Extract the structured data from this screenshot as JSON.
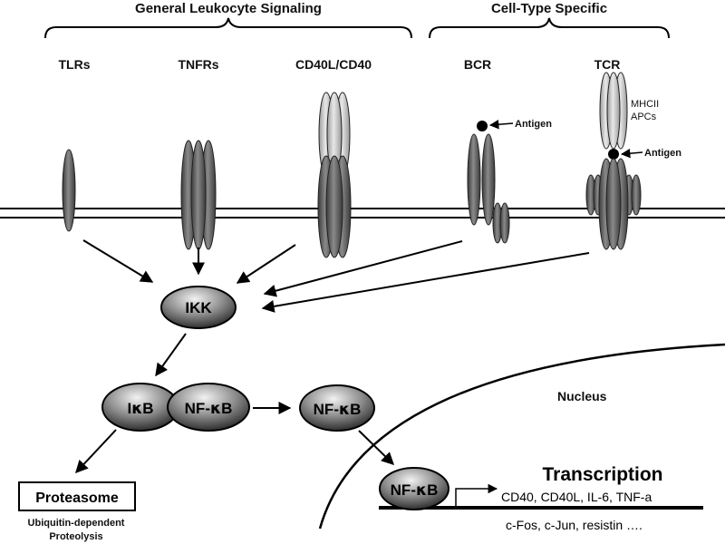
{
  "headers": {
    "general": "General Leukocyte Signaling",
    "specific": "Cell-Type Specific"
  },
  "receptors": {
    "tlrs": "TLRs",
    "tnfrs": "TNFRs",
    "cd40": "CD40L/CD40",
    "bcr": "BCR",
    "tcr": "TCR"
  },
  "labels": {
    "antigen": "Antigen",
    "mhcii_line1": "MHCII",
    "mhcii_line2": "APCs",
    "nucleus": "Nucleus"
  },
  "nodes": {
    "ikk": "IKK",
    "ikb_prefix": "I",
    "ikb_greek": "κ",
    "ikb_suffix": "B",
    "nfkb_prefix": "NF-",
    "nfkb_greek": "κ",
    "nfkb_suffix": "B"
  },
  "proteasome": {
    "label": "Proteasome",
    "caption_line1": "Ubiquitin-dependent",
    "caption_line2": "Proteolysis"
  },
  "transcription": {
    "title": "Transcription",
    "line1": "CD40, CD40L, IL-6, TNF-a",
    "line2": "c-Fos, c-Jun, resistin …."
  },
  "colors": {
    "receptor_dark": "#5a5a5a",
    "receptor_light": "#bdbdbd",
    "node_fill": "#777777"
  }
}
